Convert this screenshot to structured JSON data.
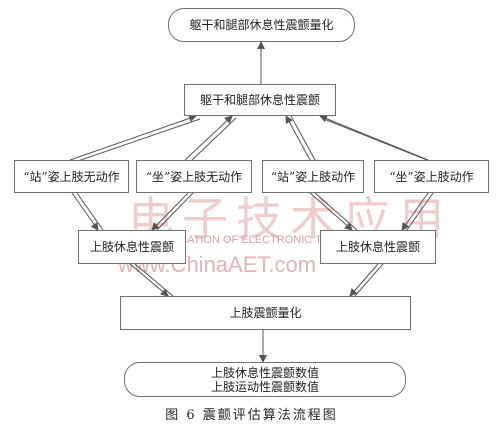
{
  "nodes": {
    "top_quant": "躯干和腿部休息性震颤量化",
    "trunk_leg_tremor": "躯干和腿部休息性震颤",
    "stand_no_move": "“站”姿上肢无动作",
    "sit_no_move": "“坐”姿上肢无动作",
    "stand_move": "“站”姿上肢动作",
    "sit_move": "“坐”姿上肢动作",
    "upper_rest_left": "上肢休息性震颤",
    "upper_rest_right": "上肢休息性震颤",
    "upper_quant": "上肢震颤量化",
    "out_rest_value": "上肢休息性震颤数值",
    "out_motion_value": "上肢运动性震颤数值"
  },
  "caption": "图 6   震颤评估算法流程图",
  "watermark": {
    "cn": "电子技术应用",
    "en": "APPLICATION OF ELECTRONIC TECHNIQUE",
    "url": "www.ChinaAET.com"
  },
  "colors": {
    "line": "#555555",
    "watermark": "#e7b6b6"
  }
}
